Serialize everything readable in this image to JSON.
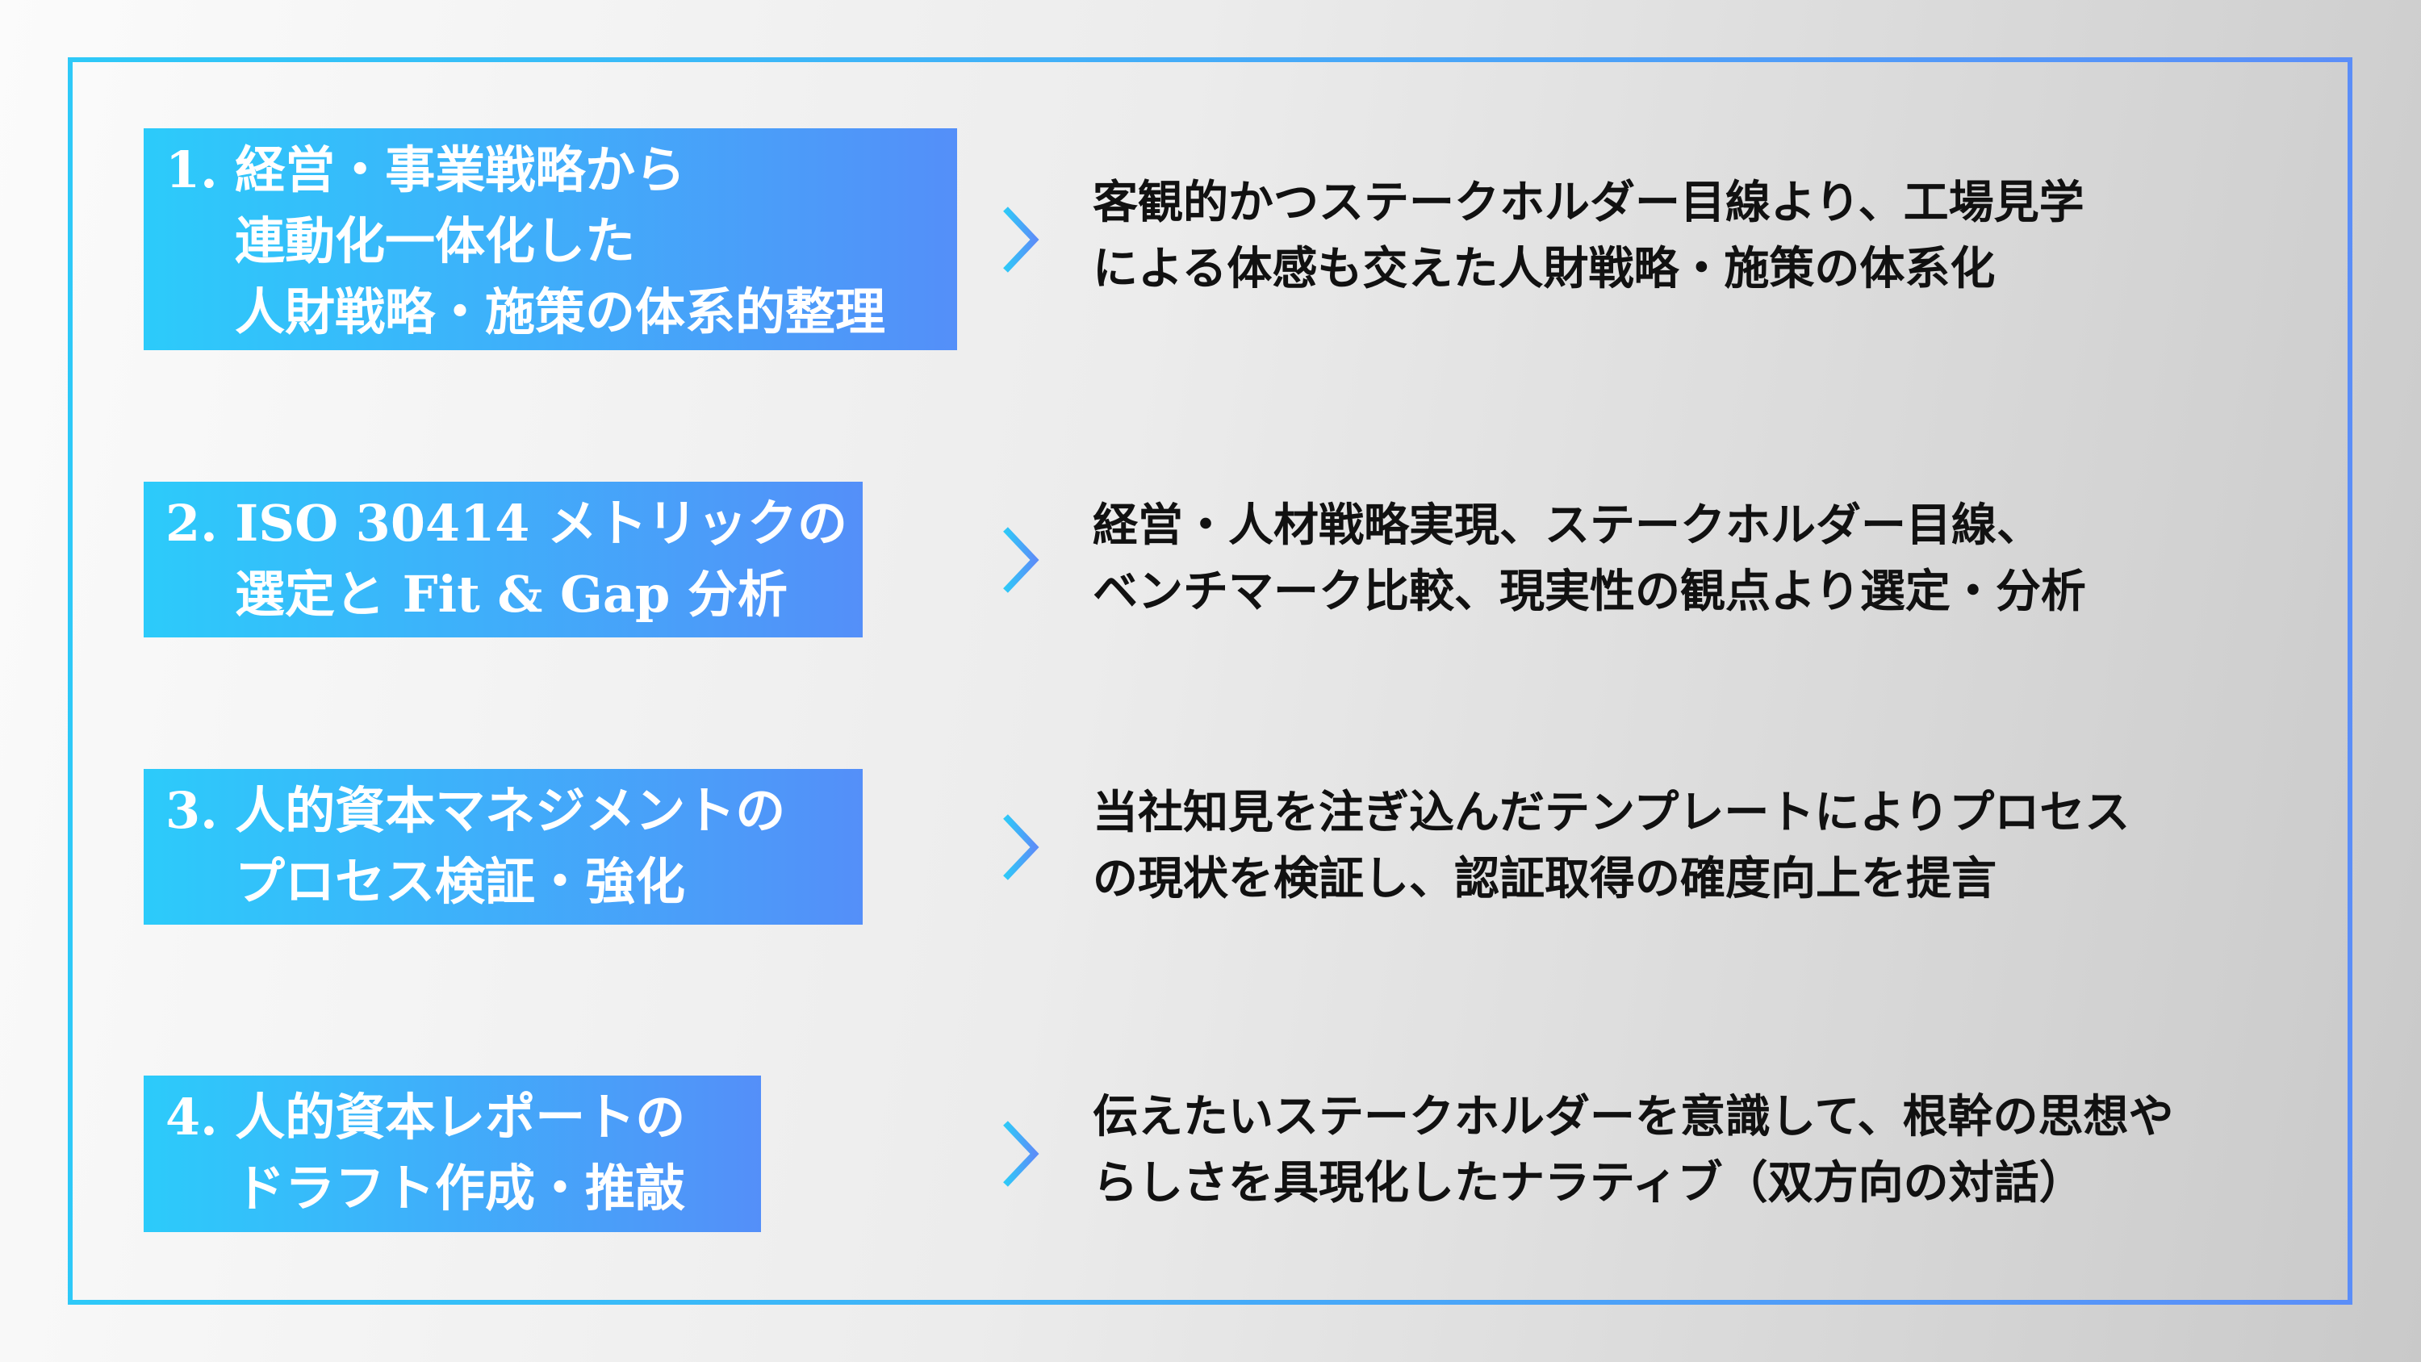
{
  "items": [
    {
      "title_lines": [
        "1. 経営・事業戦略から",
        "連動化一体化した",
        "人財戦略・施策の体系的整理"
      ],
      "description_lines": [
        "客観的かつステークホルダー目線より、工場見学",
        "による体感も交えた人財戦略・施策の体系化"
      ]
    },
    {
      "title_lines": [
        "2. ISO 30414 メトリックの",
        "選定と Fit & Gap 分析"
      ],
      "description_lines": [
        "経営・人材戦略実現、ステークホルダー目線、",
        "ベンチマーク比較、現実性の観点より選定・分析"
      ]
    },
    {
      "title_lines": [
        "3. 人的資本マネジメントの",
        "プロセス検証・強化"
      ],
      "description_lines": [
        "当社知見を注ぎ込んだテンプレートによりプロセス",
        "の現状を検証し、認証取得の確度向上を提言"
      ]
    },
    {
      "title_lines": [
        "4. 人的資本レポートの",
        "ドラフト作成・推敲"
      ],
      "description_lines": [
        "伝えたいステークホルダーを意識して、根幹の思想や",
        "らしさを具現化したナラティブ（双方向の対話）"
      ]
    }
  ],
  "colors": {
    "accent_start": "#2ec9f8",
    "accent_end": "#5b8ef8"
  }
}
